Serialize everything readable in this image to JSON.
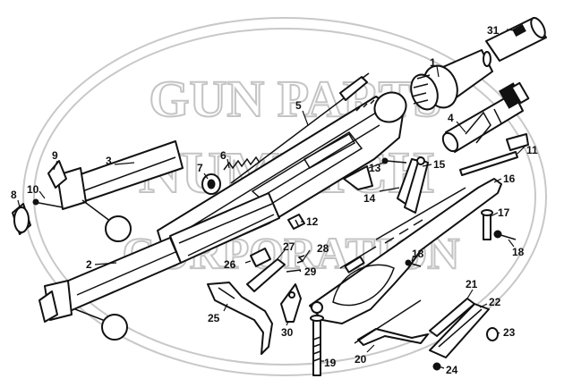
{
  "watermark": {
    "line1": "GUN PARTS",
    "line2": "NUMRICH",
    "line3": "CORPORATION"
  },
  "callouts": [
    {
      "id": "c1",
      "label": "1"
    },
    {
      "id": "c2",
      "label": "2"
    },
    {
      "id": "c3",
      "label": "3"
    },
    {
      "id": "c4",
      "label": "4"
    },
    {
      "id": "c5",
      "label": "5"
    },
    {
      "id": "c6",
      "label": "6"
    },
    {
      "id": "c7",
      "label": "7"
    },
    {
      "id": "c8",
      "label": "8"
    },
    {
      "id": "c9",
      "label": "9"
    },
    {
      "id": "c10",
      "label": "10"
    },
    {
      "id": "c11",
      "label": "11"
    },
    {
      "id": "c12",
      "label": "12"
    },
    {
      "id": "c13",
      "label": "13"
    },
    {
      "id": "c14",
      "label": "14"
    },
    {
      "id": "c15",
      "label": "15"
    },
    {
      "id": "c16",
      "label": "16"
    },
    {
      "id": "c17",
      "label": "17"
    },
    {
      "id": "c18a",
      "label": "18"
    },
    {
      "id": "c18b",
      "label": "18"
    },
    {
      "id": "c19",
      "label": "19"
    },
    {
      "id": "c20",
      "label": "20"
    },
    {
      "id": "c21",
      "label": "21"
    },
    {
      "id": "c22",
      "label": "22"
    },
    {
      "id": "c23",
      "label": "23"
    },
    {
      "id": "c24",
      "label": "24"
    },
    {
      "id": "c25",
      "label": "25"
    },
    {
      "id": "c26",
      "label": "26"
    },
    {
      "id": "c27",
      "label": "27"
    },
    {
      "id": "c28",
      "label": "28"
    },
    {
      "id": "c29",
      "label": "29"
    },
    {
      "id": "c30",
      "label": "30"
    },
    {
      "id": "c31",
      "label": "31"
    }
  ]
}
